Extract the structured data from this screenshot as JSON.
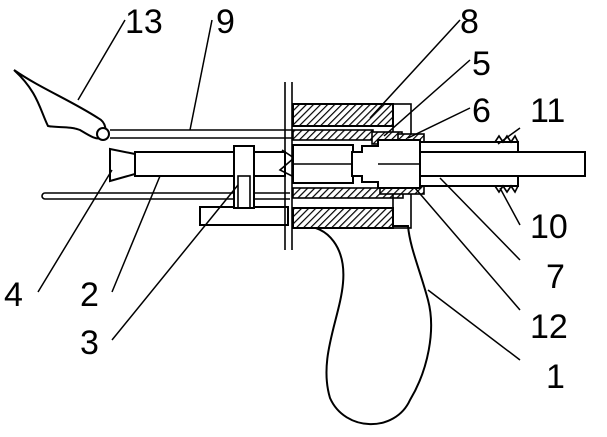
{
  "labels": {
    "l13": "13",
    "l9": "9",
    "l8": "8",
    "l5": "5",
    "l6": "6",
    "l11": "11",
    "l10": "10",
    "l7": "7",
    "l12": "12",
    "l1": "1",
    "l4": "4",
    "l2": "2",
    "l3": "3"
  }
}
